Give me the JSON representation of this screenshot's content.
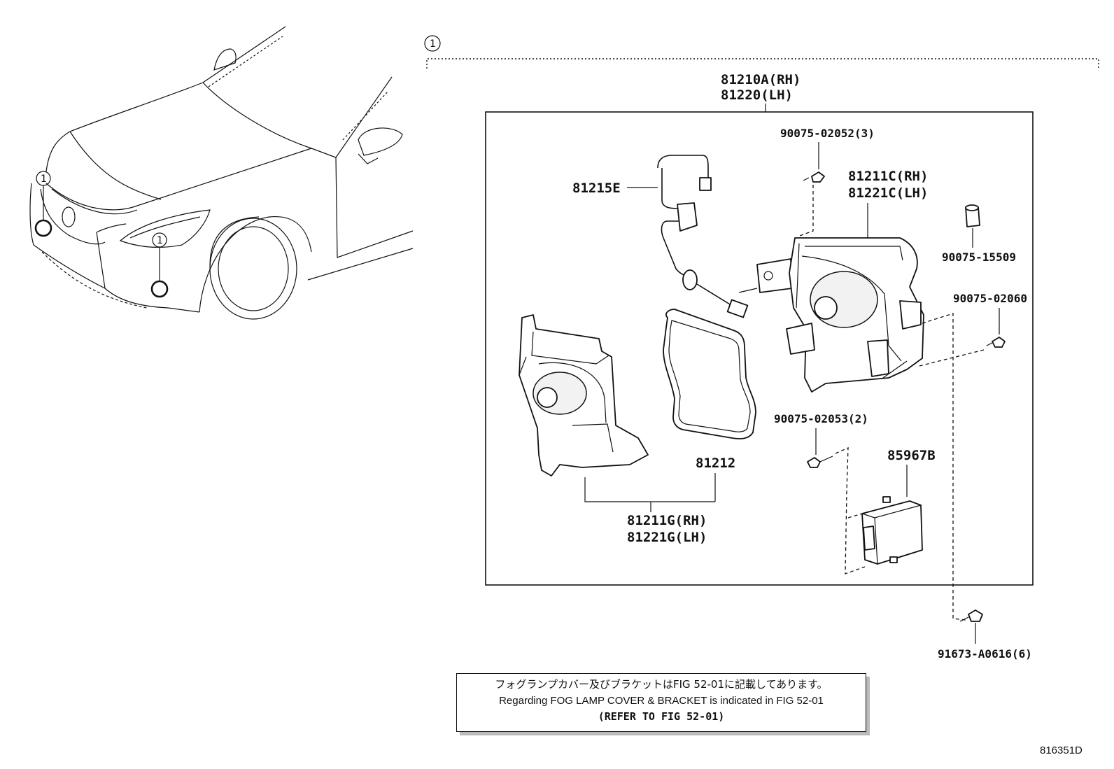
{
  "group_callout": "1",
  "parts": {
    "fog_lamp_assy_rh": "81210A(RH)",
    "fog_lamp_assy_lh": "81220(LH)",
    "screw_top": "90075-02052(3)",
    "wire_harness": "81215E",
    "lamp_unit_rh": "81211C(RH)",
    "lamp_unit_lh": "81221C(LH)",
    "cap": "90075-15509",
    "screw_side": "90075-02060",
    "gasket": "81212",
    "screw_mid": "90075-02053(2)",
    "computer": "85967B",
    "lens_rh": "81211G(RH)",
    "lens_lh": "81221G(LH)",
    "bolt": "91673-A0616(6)"
  },
  "note": {
    "japanese": "フォグランプカバー及びブラケットはFIG 52-01に記載してあります。",
    "english": "Regarding FOG LAMP COVER & BRACKET is indicated in FIG 52-01",
    "reference": "(REFER TO FIG 52-01)"
  },
  "figure_id": "816351D"
}
